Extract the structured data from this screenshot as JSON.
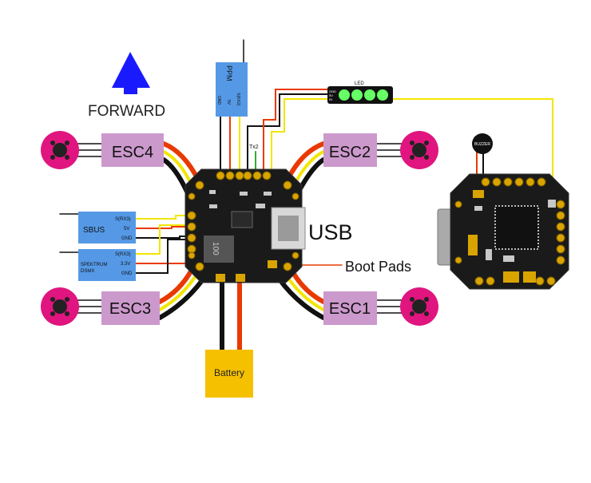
{
  "forward": {
    "label": "FORWARD",
    "arrow_color": "#1a1aff"
  },
  "escs": {
    "esc1": "ESC1",
    "esc2": "ESC2",
    "esc3": "ESC3",
    "esc4": "ESC4"
  },
  "esc_color": "#cc99cc",
  "motor_color": "#e0157f",
  "usb_label": "USB",
  "boot_pads_label": "Boot Pads",
  "battery_label": "Battery",
  "battery_color": "#f5c000",
  "receiver_color": "#5599e6",
  "ppm": {
    "title": "PPM",
    "pins": [
      "GND",
      "5V",
      "S(RX2)"
    ]
  },
  "sbus": {
    "title": "SBUS",
    "pins": [
      "S(RX3)",
      "5V",
      "GND"
    ]
  },
  "spektrum": {
    "title_line1": "SPEKTRUM",
    "title_line2": "DSMX",
    "pins": [
      "S(RX3)",
      "3.3V",
      "GND"
    ]
  },
  "tx2_label": "Tx2",
  "led": {
    "label": "LED",
    "pins": [
      "GND",
      "5V",
      "IN"
    ],
    "led_color": "#66ff66"
  },
  "buzzer_label": "BUZZER",
  "pcb_text": "100"
}
